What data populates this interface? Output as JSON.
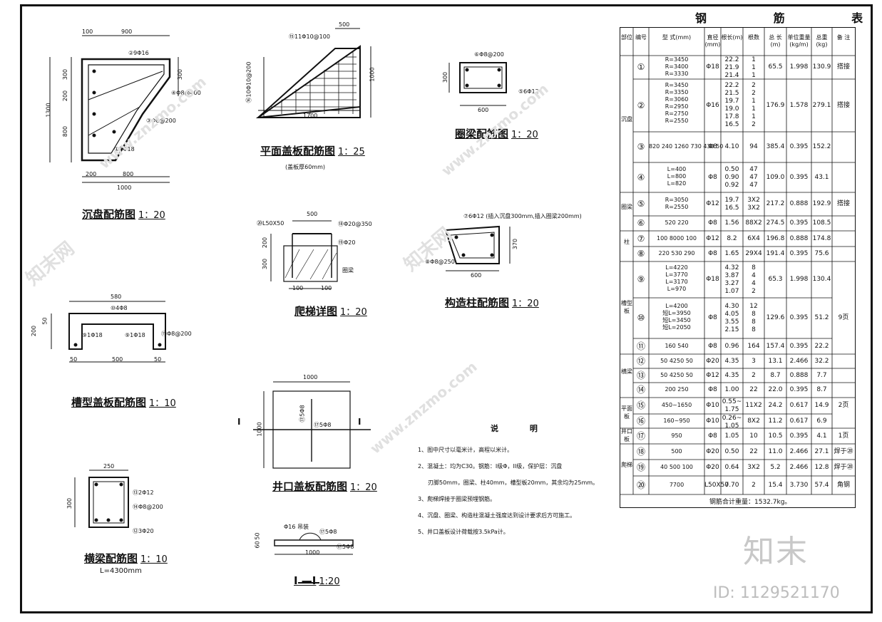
{
  "drawings": {
    "chenpan": {
      "title": "沉盘配筋图",
      "scale": "1：20",
      "dims": [
        "100",
        "900",
        "1300",
        "300",
        "200",
        "800",
        "200",
        "800",
        "1000",
        "300"
      ],
      "labels": [
        "②9Φ16",
        "④Φ8@400",
        "③Φ8@200",
        "①3Φ18"
      ]
    },
    "pingmian": {
      "title": "平面盖板配筋图",
      "scale": "1：25",
      "note": "(盖板厚60mm)",
      "dims": [
        "500",
        "1000",
        "1700"
      ],
      "labels": [
        "⑮11Φ10@100",
        "⑯10Φ10@200"
      ]
    },
    "quanliang": {
      "title": "圈梁配筋图",
      "scale": "1：20",
      "dims": [
        "300",
        "600"
      ],
      "labels": [
        "⑥Φ8@200",
        "⑤6Φ12"
      ]
    },
    "caoxing": {
      "title": "槽型盖板配筋图",
      "scale": "1：10",
      "dims": [
        "580",
        "200",
        "50",
        "50",
        "500",
        "50"
      ],
      "labels": [
        "⑩4Φ8",
        "⑨1Φ18",
        "⑨1Φ18",
        "⑪Φ8@200"
      ]
    },
    "pati": {
      "title": "爬梯详图",
      "scale": "1：20",
      "dims": [
        "500",
        "200",
        "300",
        "100",
        "100"
      ],
      "labels": [
        "⑳L50X50",
        "⑱Φ20@350",
        "⑲Φ20",
        "圈梁"
      ]
    },
    "gouzaozhu": {
      "title": "构造柱配筋图",
      "scale": "1：20",
      "dims": [
        "370",
        "600"
      ],
      "labels": [
        "⑦6Φ12 (插入沉盘300mm,插入圈梁200mm)",
        "⑧Φ8@250"
      ]
    },
    "jingkou": {
      "title": "井口盖板配筋图",
      "scale": "1：20",
      "dims": [
        "1000",
        "1000"
      ],
      "labels": [
        "⑰5Φ8",
        "⑰5Φ8"
      ],
      "section": "I"
    },
    "hengliang": {
      "title": "横梁配筋图",
      "scale": "1：10",
      "sub": "L=4300mm",
      "dims": [
        "250",
        "300"
      ],
      "labels": [
        "⑬2Φ12",
        "⑭Φ8@200",
        "⑫3Φ20"
      ]
    },
    "section": {
      "title": "I —I",
      "scale": "1:20",
      "dims": [
        "50",
        "60",
        "1000"
      ],
      "labels": [
        "Φ16 吊装",
        "⑰5Φ8",
        "⑰5Φ8"
      ]
    }
  },
  "notes": {
    "title": "说 明",
    "items": [
      "1、图中尺寸以毫米计，高程以米计。",
      "2、混凝土：均为C30。钢筋：I级Φ，II级，保护层：沉盘",
      "刃脚50mm，圈梁、柱40mm，槽型板20mm，其余均为25mm。",
      "3、爬梯焊接于圈梁预埋钢筋。",
      "4、沉盘、圈梁、构造柱混凝土强度达到设计要求后方可施工。",
      "5、井口盖板设计荷载按3.5kPa计。"
    ]
  },
  "rebar_table": {
    "title": "钢 筋 表",
    "headers": [
      "部位",
      "编号",
      "型 式(mm)",
      "直径(mm)",
      "根长(m)",
      "根数",
      "总 长(m)",
      "单位重量(kg/m)",
      "总重(kg)",
      "备 注"
    ],
    "groups": [
      "沉盘",
      "圈梁",
      "柱",
      "槽型板",
      "横梁",
      "平面板",
      "井口板",
      "爬梯"
    ],
    "rows": [
      {
        "no": "①",
        "shape": "R=3450\nR=3400\nR=3330",
        "d": "Φ18",
        "len": "22.2\n21.9\n21.4",
        "n": "1\n1\n1",
        "total": "65.5",
        "unit": "1.998",
        "w": "130.9",
        "note": "搭接"
      },
      {
        "no": "②",
        "shape": "R=3450\nR=3350\nR=3060\nR=2950\nR=2750\nR=2550",
        "d": "Φ16",
        "len": "22.2\n21.5\n19.7\n19.0\n17.8\n16.5",
        "n": "2\n2\n1\n1\n1\n2",
        "total": "176.9",
        "unit": "1.578",
        "w": "279.1",
        "note": "搭接"
      },
      {
        "no": "③",
        "shape": "820 240 1260 730 430 50",
        "d": "Φ8",
        "len": "4.10",
        "n": "94",
        "total": "385.4",
        "unit": "0.395",
        "w": "152.2",
        "note": ""
      },
      {
        "no": "④",
        "shape": "L=400\nL=800\nL=820",
        "d": "Φ8",
        "len": "0.50\n0.90\n0.92",
        "n": "47\n47\n47",
        "total": "109.0",
        "unit": "0.395",
        "w": "43.1",
        "note": ""
      },
      {
        "no": "⑤",
        "shape": "R=3050\nR=2550",
        "d": "Φ12",
        "len": "19.7\n16.5",
        "n": "3X2\n3X2",
        "total": "217.2",
        "unit": "0.888",
        "w": "192.9",
        "note": "搭接"
      },
      {
        "no": "⑥",
        "shape": "520 220",
        "d": "Φ8",
        "len": "1.56",
        "n": "88X2",
        "total": "274.5",
        "unit": "0.395",
        "w": "108.5",
        "note": ""
      },
      {
        "no": "⑦",
        "shape": "100 8000 100",
        "d": "Φ12",
        "len": "8.2",
        "n": "6X4",
        "total": "196.8",
        "unit": "0.888",
        "w": "174.8",
        "note": ""
      },
      {
        "no": "⑧",
        "shape": "220 530 290",
        "d": "Φ8",
        "len": "1.65",
        "n": "29X4",
        "total": "191.4",
        "unit": "0.395",
        "w": "75.6",
        "note": ""
      },
      {
        "no": "⑨",
        "shape": "L=4220\nL=3770\nL=3170\nL=970",
        "d": "Φ18",
        "len": "4.32\n3.87\n3.27\n1.07",
        "n": "8\n4\n4\n2",
        "total": "65.3",
        "unit": "1.998",
        "w": "130.4",
        "note": ""
      },
      {
        "no": "⑩",
        "shape": "L=4200\n短L=3950\n短L=3450\n短L=2050",
        "d": "Φ8",
        "len": "4.30\n4.05\n3.55\n2.15",
        "n": "12\n8\n8\n8",
        "total": "129.6",
        "unit": "0.395",
        "w": "51.2",
        "note": "9页"
      },
      {
        "no": "⑪",
        "shape": "160 540",
        "d": "Φ8",
        "len": "0.96",
        "n": "164",
        "total": "157.4",
        "unit": "0.395",
        "w": "22.2",
        "note": ""
      },
      {
        "no": "⑫",
        "shape": "50 4250 50",
        "d": "Φ20",
        "len": "4.35",
        "n": "3",
        "total": "13.1",
        "unit": "2.466",
        "w": "32.2",
        "note": ""
      },
      {
        "no": "⑬",
        "shape": "50 4250 50",
        "d": "Φ12",
        "len": "4.35",
        "n": "2",
        "total": "8.7",
        "unit": "0.888",
        "w": "7.7",
        "note": ""
      },
      {
        "no": "⑭",
        "shape": "200 250",
        "d": "Φ8",
        "len": "1.00",
        "n": "22",
        "total": "22.0",
        "unit": "0.395",
        "w": "8.7",
        "note": ""
      },
      {
        "no": "⑮",
        "shape": "450~1650",
        "d": "Φ10",
        "len": "0.55~\n1.75",
        "n": "11X2",
        "total": "24.2",
        "unit": "0.617",
        "w": "14.9",
        "note": "2页"
      },
      {
        "no": "⑯",
        "shape": "160~950",
        "d": "Φ10",
        "len": "0.26~\n1.05",
        "n": "8X2",
        "total": "11.2",
        "unit": "0.617",
        "w": "6.9",
        "note": ""
      },
      {
        "no": "⑰",
        "shape": "950",
        "d": "Φ8",
        "len": "1.05",
        "n": "10",
        "total": "10.5",
        "unit": "0.395",
        "w": "4.1",
        "note": "1页"
      },
      {
        "no": "⑱",
        "shape": "500",
        "d": "Φ20",
        "len": "0.50",
        "n": "22",
        "total": "11.0",
        "unit": "2.466",
        "w": "27.1",
        "note": "焊于⑳"
      },
      {
        "no": "⑲",
        "shape": "40 500 100",
        "d": "Φ20",
        "len": "0.64",
        "n": "3X2",
        "total": "5.2",
        "unit": "2.466",
        "w": "12.8",
        "note": "焊于⑳"
      },
      {
        "no": "⑳",
        "shape": "7700",
        "d": "L50X50",
        "len": "7.70",
        "n": "2",
        "total": "15.4",
        "unit": "3.730",
        "w": "57.4",
        "note": "角钢"
      }
    ],
    "summary": "钢筋合计重量：1532.7kg。"
  },
  "watermark": {
    "logo": "知末",
    "id": "ID: 1129521170",
    "site": "www.znzmo.com",
    "brand": "知末网"
  }
}
